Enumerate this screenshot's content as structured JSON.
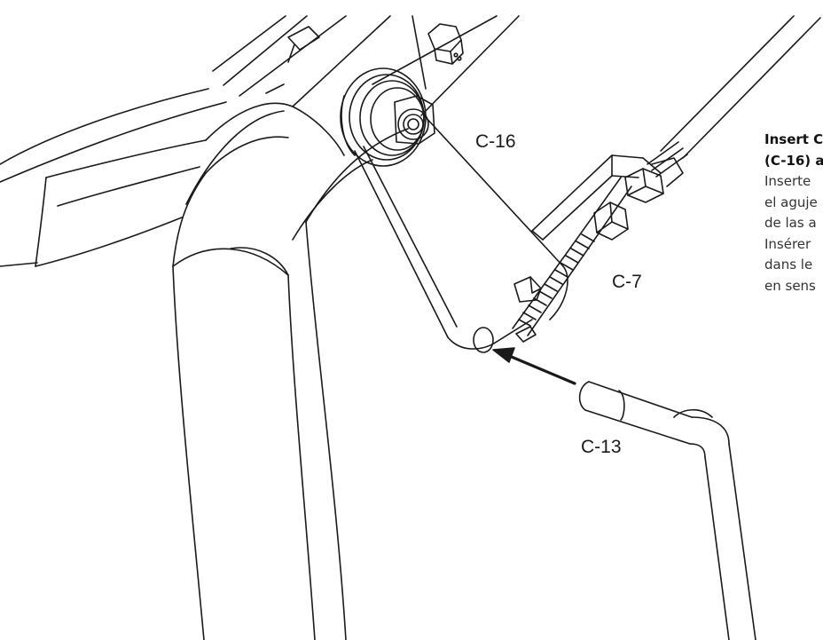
{
  "labels": {
    "c16": "C-16",
    "c7": "C-7",
    "c13": "C-13"
  },
  "instructions": {
    "english_line1": "Insert C",
    "english_line2": "(C-16) a",
    "spanish_line1": "Inserte",
    "spanish_line2": "el aguje",
    "spanish_line3": "de las a",
    "french_line1": "Insérer",
    "french_line2": "dans le",
    "french_line3": "en sens"
  },
  "colors": {
    "line": "#1a1a1a",
    "background": "#ffffff"
  }
}
